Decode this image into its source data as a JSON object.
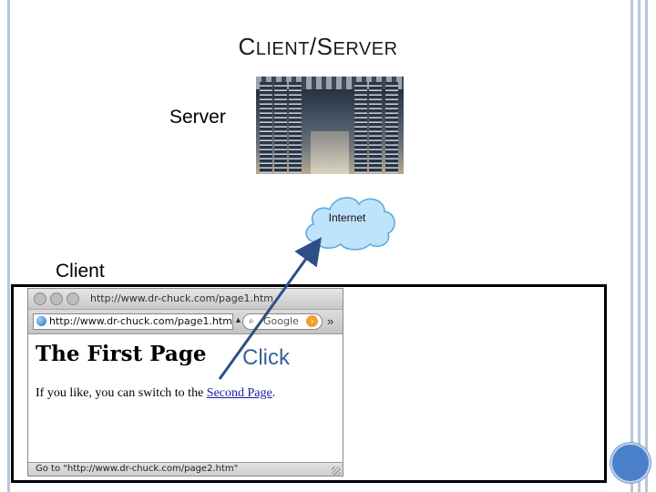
{
  "slide": {
    "title_cap1": "C",
    "title_rest1": "LIENT",
    "title_slash": "/",
    "title_cap2": "S",
    "title_rest2": "ERVER"
  },
  "labels": {
    "server": "Server",
    "client": "Client",
    "click": "Click",
    "internet": "Internet"
  },
  "browser": {
    "window_title": "http://www.dr-chuck.com/page1.htm",
    "url_value": "http://www.dr-chuck.com/page1.htm",
    "search_placeholder": "Google",
    "page_heading": "The First Page",
    "page_text_before": "If you like, you can switch to the ",
    "page_link": "Second Page",
    "page_text_after": ".",
    "status_text": "Go to \"http://www.dr-chuck.com/page2.htm\""
  },
  "colors": {
    "border": "#b7c6dc",
    "accent_bullet": "#4a7fc9",
    "arrow": "#2e4f86",
    "click_text": "#3a5f9a",
    "cloud_fill": "#bfe3fb"
  }
}
